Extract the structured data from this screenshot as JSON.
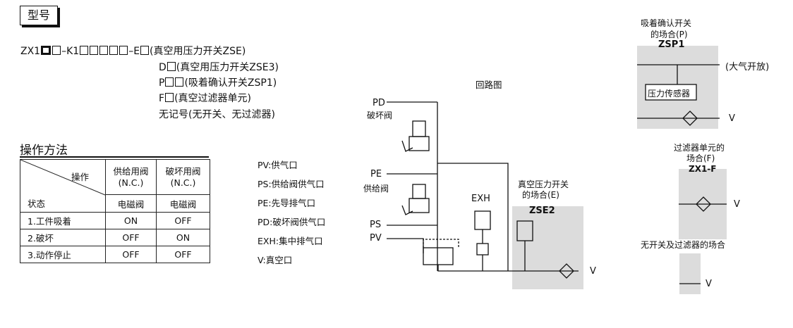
{
  "model": {
    "title": "型号",
    "line_prefix": "ZX1",
    "line_mid": "–K1",
    "line_suffix": "–E",
    "opt_e": "(真空用压力开关ZSE)",
    "opt_d_letter": "D",
    "opt_d": "(真空用压力开关ZSE3)",
    "opt_p_letter": "P",
    "opt_p": "(吸着确认开关ZSP1)",
    "opt_f_letter": "F",
    "opt_f": "(真空过滤器单元)",
    "opt_none": "无记号(无开关、无过滤器)"
  },
  "operation": {
    "title": "操作方法",
    "header_operation": "操作",
    "header_state": "状态",
    "col1_line1": "供给用阀",
    "col1_line2": "(N.C.)",
    "col2_line1": "破坏用阀",
    "col2_line2": "(N.C.)",
    "col1_type": "电磁阀",
    "col2_type": "电磁阀",
    "rows": [
      {
        "state": "1.工件吸着",
        "supply": "ON",
        "release": "OFF"
      },
      {
        "state": "2.破坏",
        "supply": "OFF",
        "release": "ON"
      },
      {
        "state": "3.动作停止",
        "supply": "OFF",
        "release": "OFF"
      }
    ]
  },
  "legend": {
    "pv": "PV:供气口",
    "ps": "PS:供给阀供气口",
    "pe": "PE:先导排气口",
    "pd": "PD:破坏阀供气口",
    "exh": "EXH:集中排气口",
    "v": "V:真空口"
  },
  "circuit": {
    "title": "回路图",
    "pd": "PD",
    "release_valve": "破坏阀",
    "pe": "PE",
    "supply_valve": "供给阀",
    "ps": "PS",
    "pv": "PV",
    "exh": "EXH",
    "zse_case_1": "真空压力开关",
    "zse_case_2": "的场合(E)",
    "zse2": "ZSE2",
    "v": "V"
  },
  "zsp": {
    "case_1": "吸着确认开关",
    "case_2": "的场合(P)",
    "model": "ZSP1",
    "atm": "(大气开放)",
    "sensor": "压力传感器",
    "v": "V"
  },
  "filter": {
    "case_1": "过滤器单元的",
    "case_2": "场合(F)",
    "model": "ZX1-F",
    "v": "V"
  },
  "none": {
    "case": "无开关及过滤器的场合",
    "v": "V"
  }
}
